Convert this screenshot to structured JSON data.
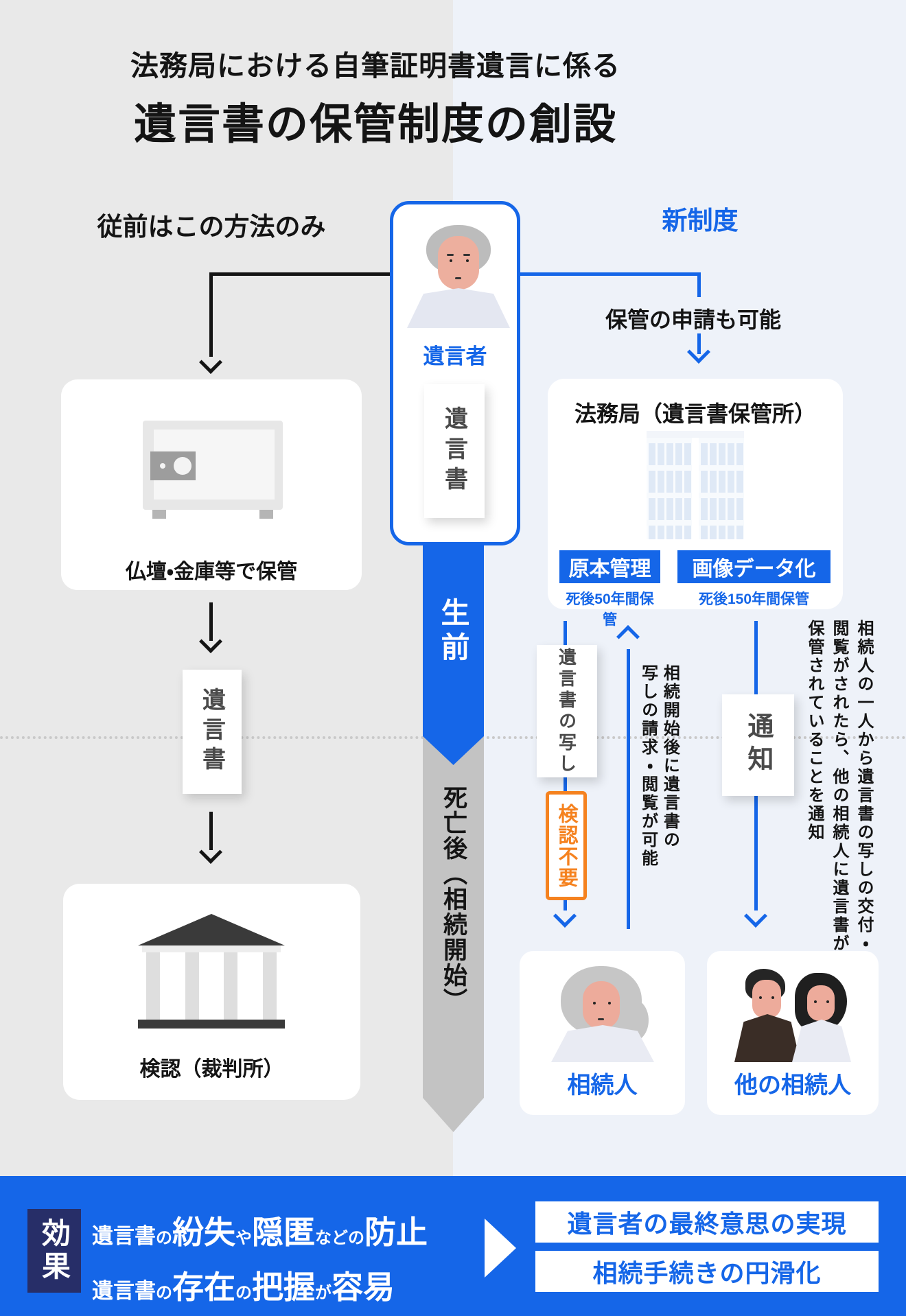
{
  "colors": {
    "accent_blue": "#1566e8",
    "bg_left_gray": "#e9e9e9",
    "bg_right_blue": "#eef2f9",
    "footer_navy": "#272e68",
    "alert_orange": "#f5821f",
    "text_dark": "#141414",
    "ribbon_gray": "#c3c3c3",
    "card_text_gray": "#4a4a4a"
  },
  "title": {
    "line1": "法務局における自筆証明書遺言に係る",
    "line2": "遺言書の保管制度の創設"
  },
  "sections": {
    "old_header": "従前はこの方法のみ",
    "new_header": "新制度"
  },
  "testator": {
    "label": "遺言者",
    "will_card": "遺言書"
  },
  "old_flow": {
    "storage_label": "仏壇・金庫等で保管",
    "will_card": "遺言書",
    "probate_label": "検認（裁判所）"
  },
  "timeline": {
    "alive": "生前",
    "after_death": "死亡後（相続開始）"
  },
  "new_flow": {
    "apply_note": "保管の申請も可能",
    "bureau_title": "法務局（遺言書保管所）",
    "original_label": "原本管理",
    "original_note": "死後50年間保管",
    "digitize_label": "画像データ化",
    "digitize_note": "死後150年間保管",
    "copy_card": "遺言書の写し",
    "no_probate": "検認不要",
    "request_note_col1": "相続開始後に遺言書の",
    "request_note_col2": "写しの請求・閲覧が可能",
    "notice_card": "通知",
    "notify_note_col1": "相続人の一人から遺言書の写しの交付・",
    "notify_note_col2": "閲覧がされたら、他の相続人に遺言書が",
    "notify_note_col3": "保管されていることを通知",
    "heir_label": "相続人",
    "other_heirs_label": "他の相続人"
  },
  "footer": {
    "badge": "効果",
    "benefit1_parts": [
      {
        "t": "遺言書",
        "s": "m"
      },
      {
        "t": "の",
        "s": "s"
      },
      {
        "t": "紛失",
        "s": "l"
      },
      {
        "t": "や",
        "s": "s"
      },
      {
        "t": "隠匿",
        "s": "l"
      },
      {
        "t": "などの",
        "s": "s"
      },
      {
        "t": "防止",
        "s": "l"
      }
    ],
    "benefit2_parts": [
      {
        "t": "遺言書",
        "s": "m"
      },
      {
        "t": "の",
        "s": "s"
      },
      {
        "t": "存在",
        "s": "l"
      },
      {
        "t": "の",
        "s": "s"
      },
      {
        "t": "把握",
        "s": "l"
      },
      {
        "t": "が",
        "s": "s"
      },
      {
        "t": "容易",
        "s": "l"
      }
    ],
    "result1": "遺言者の最終意思の実現",
    "result2": "相続手続きの円滑化"
  }
}
